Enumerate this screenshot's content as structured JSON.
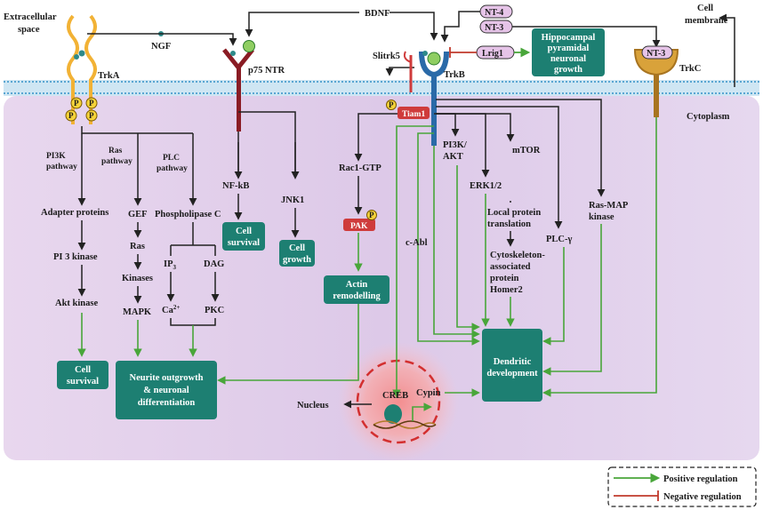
{
  "colors": {
    "positive": "#49a63a",
    "negative": "#c0392b",
    "black": "#222222",
    "teal_box": "#1d7f72",
    "cytoplasm": "#e9dcef",
    "red_component": "#cf3b3b",
    "trk_gold": "#f2b235",
    "p75_maroon": "#8a1c24",
    "trkb_blue": "#2a6aa8",
    "trkc_brown": "#a87420"
  },
  "labels": {
    "extracellular": [
      "Extracellular",
      "space"
    ],
    "cell_membrane": [
      "Cell",
      "membrane"
    ],
    "cytoplasm": "Cytoplasm",
    "trka": "TrkA",
    "p75": "p75 NTR",
    "trkb": "TrkB",
    "trkc": "TrkC",
    "ngf": "NGF",
    "bdnf": "BDNF",
    "nt4": "NT-4",
    "nt3_top": "NT-3",
    "nt3_trkc": "NT-3",
    "slitrk5": "Slitrk5",
    "lrig1": "Lrig1",
    "tiam1": "Tiam1",
    "pak": "PAK",
    "p": "P",
    "pi3k_pathway": [
      "PI3K",
      "pathway"
    ],
    "ras_pathway": [
      "Ras",
      "pathway"
    ],
    "plc_pathway": [
      "PLC",
      "pathway"
    ],
    "adapter": "Adapter proteins",
    "pi3_kinase": "PI 3 kinase",
    "akt_kinase": "Akt kinase",
    "gef": "GEF",
    "ras": "Ras",
    "kinases": "Kinases",
    "mapk": "MAPK",
    "phospholipase": "Phospholipase C",
    "ip3": "IP",
    "ip3_sub": "3",
    "dag": "DAG",
    "ca": "Ca",
    "ca_sup": "2+",
    "pkc": "PKC",
    "nfkb": "NF-kB",
    "jnk1": "JNK1",
    "rac1": "Rac1-GTP",
    "cabl": "c-Abl",
    "pi3k_akt": [
      "PI3K/",
      "AKT"
    ],
    "erk": "ERK1/2",
    "mtor": "mTOR",
    "local_protein": [
      "Local protein",
      "translation"
    ],
    "cyto_assoc": [
      "Cytoskeleton-",
      "associated",
      "protein",
      "Homer2"
    ],
    "plcg": "PLC-γ",
    "rasmap": [
      "Ras-MAP",
      "kinase"
    ],
    "creb": "CREB",
    "cypin": "Cypin",
    "nucleus": "Nucleus"
  },
  "boxes": {
    "hippocampal": [
      "Hippocampal",
      "pyramidal",
      "neuronal",
      "growth"
    ],
    "cell_survival_p75": [
      "Cell",
      "survival"
    ],
    "cell_growth": [
      "Cell",
      "growth"
    ],
    "actin": [
      "Actin",
      "remodelling"
    ],
    "cell_survival_trka": [
      "Cell",
      "survival"
    ],
    "neurite": [
      "Neurite outgrowth",
      "& neuronal",
      "differentiation"
    ],
    "dendritic": [
      "Dendritic",
      "development"
    ]
  },
  "legend": {
    "positive": "Positive regulation",
    "negative": "Negative regulation"
  }
}
